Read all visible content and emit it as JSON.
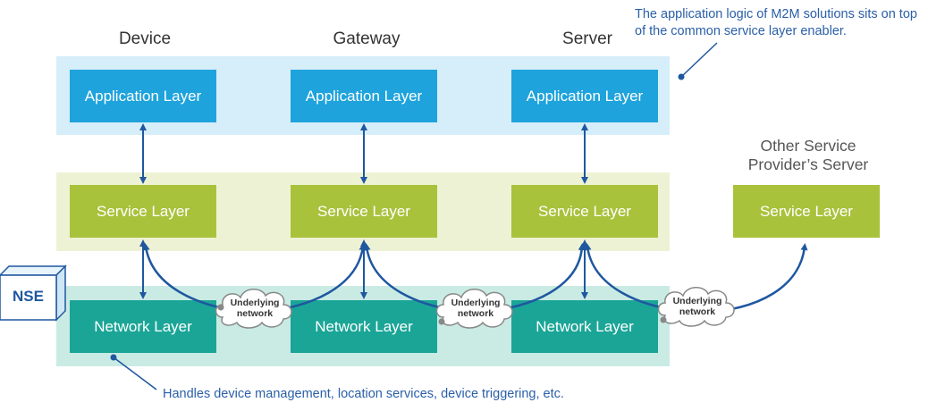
{
  "columns": {
    "device": "Device",
    "gateway": "Gateway",
    "server": "Server",
    "other": "Other Service Provider’s Server"
  },
  "layers": {
    "application": "Application Layer",
    "service": "Service Layer",
    "network": "Network Layer"
  },
  "clouds": [
    "Underlying network",
    "Underlying network",
    "Underlying network"
  ],
  "nse_label": "NSE",
  "annotations": {
    "top_right": "The application logic of M2M solutions sits on top of the common service layer enabler.",
    "bottom": "Handles device management, location services, device triggering, etc."
  },
  "colors": {
    "app_band": "#d6eef9",
    "app_box": "#1ea3dc",
    "service_band": "#eef2d4",
    "service_box": "#a8c23c",
    "network_band": "#c9ebe3",
    "network_box": "#1aa597",
    "arrow": "#1f57a0"
  }
}
